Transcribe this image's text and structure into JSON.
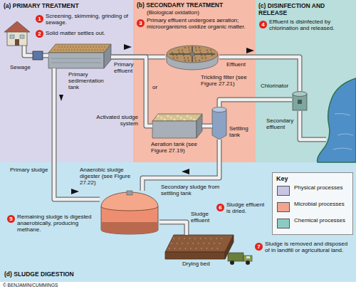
{
  "diagram": {
    "nodes": [
      {
        "text": [
          "(a) PRIMARY TREATMENT"
        ]
      },
      {
        "text": [
          "Primary sedimentation tank"
        ],
        "in": 0
      },
      {
        "text": [
          "(b) SECONDARY TREATMENT",
          "(Biological oxidation)"
        ]
      },
      {
        "text": [
          "Trickling filter (see Figure 27.21)"
        ],
        "in": 2
      },
      {
        "text": [
          "Aeration tank (see Figure 27.19)"
        ],
        "in": 2
      },
      {
        "text": [
          "Settling tank"
        ],
        "in": 2
      },
      {
        "text": [
          "(c) DISINFECTION AND RELEASE"
        ]
      },
      {
        "text": [
          "Chlorinator"
        ],
        "in": 6
      },
      {
        "text": [
          "(d) SLUDGE DIGESTION"
        ]
      },
      {
        "text": [
          "Anaerobic sludge digester (see Figure 27.22)"
        ],
        "in": 8
      },
      {
        "text": [
          "Drying bed"
        ],
        "in": 8
      }
    ],
    "edges": [
      {
        "from": 1,
        "to": 3,
        "label": "Primary effluent",
        "arrow": "none"
      },
      {
        "from": 1,
        "to": 4,
        "arrow": "none"
      },
      {
        "from": 4,
        "to": 5,
        "arrow": "none"
      },
      {
        "from": 3,
        "to": 7,
        "label": "Effluent",
        "arrow": "none"
      },
      {
        "from": 5,
        "to": 7,
        "arrow": "none"
      },
      {
        "from": 1,
        "to": 9,
        "label": "Primary sludge",
        "arrow": "none"
      },
      {
        "from": 5,
        "to": 9,
        "label": "Secondary sludge from settling tank",
        "arrow": "none"
      },
      {
        "from": 9,
        "to": 10,
        "label": "Sludge effluent",
        "arrow": "none"
      }
    ],
    "labels": [
      "1",
      "Screening, skimming, grinding of sewage.",
      "2",
      "Solid matter settles out.",
      "Sewage",
      "Activated sludge system",
      "or",
      "3",
      "Primary effluent undergoes aeration; microorganisms oxidize organic matter.",
      "4",
      "Effluent is disinfected by chlorination and released.",
      "Secondary effluent",
      "Key",
      "5",
      "Remaining sludge is digested anaerobically, producing methane.",
      "6",
      "Sludge effluent is dried.",
      "7",
      "Sludge is removed and disposed of in landfill or agricultural land.",
      "© BENJAMIN/CUMMINGS"
    ],
    "legend": [
      {
        "text": "Physical processes",
        "color": "#c8c4e4"
      },
      {
        "text": "Microbial processes",
        "color": "#f2a48c"
      },
      {
        "text": "Chemical processes",
        "color": "#8ccbc3"
      }
    ]
  }
}
